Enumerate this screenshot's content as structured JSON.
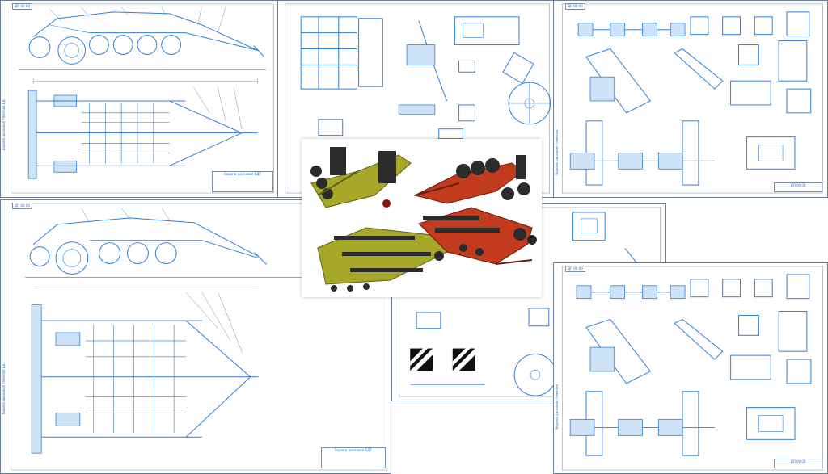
{
  "colors": {
    "drawing_line": "#2e7fd8",
    "frame": "#6b7f96",
    "render_yellow": "#a7a829",
    "render_red": "#c23b1f",
    "render_dark": "#2b2b2b"
  },
  "sheets": [
    {
      "id": "tl",
      "code": "ДП 00 00",
      "side": "Борона дисковая тяжелая БДТ",
      "stamp": "Борона дисковая БДТ"
    },
    {
      "id": "tm",
      "code": "",
      "side": "",
      "stamp": ""
    },
    {
      "id": "tr",
      "code": "ДП 00 00",
      "side": "Борона дисковая тяжелая",
      "stamp": "ДП 00 00"
    },
    {
      "id": "bl",
      "code": "ДП 00 00",
      "side": "Борона дисковая тяжелая БДТ",
      "stamp": "Борона дисковая БДТ"
    },
    {
      "id": "bm",
      "code": "",
      "side": "",
      "stamp": ""
    },
    {
      "id": "br",
      "code": "ДП 00 00",
      "side": "Борона дисковая тяжелая",
      "stamp": "ДП 00 00"
    }
  ],
  "render": {
    "items": [
      "yellow-harrow-rear",
      "red-harrow-wheels",
      "yellow-harrow-top",
      "red-harrow-top"
    ]
  }
}
